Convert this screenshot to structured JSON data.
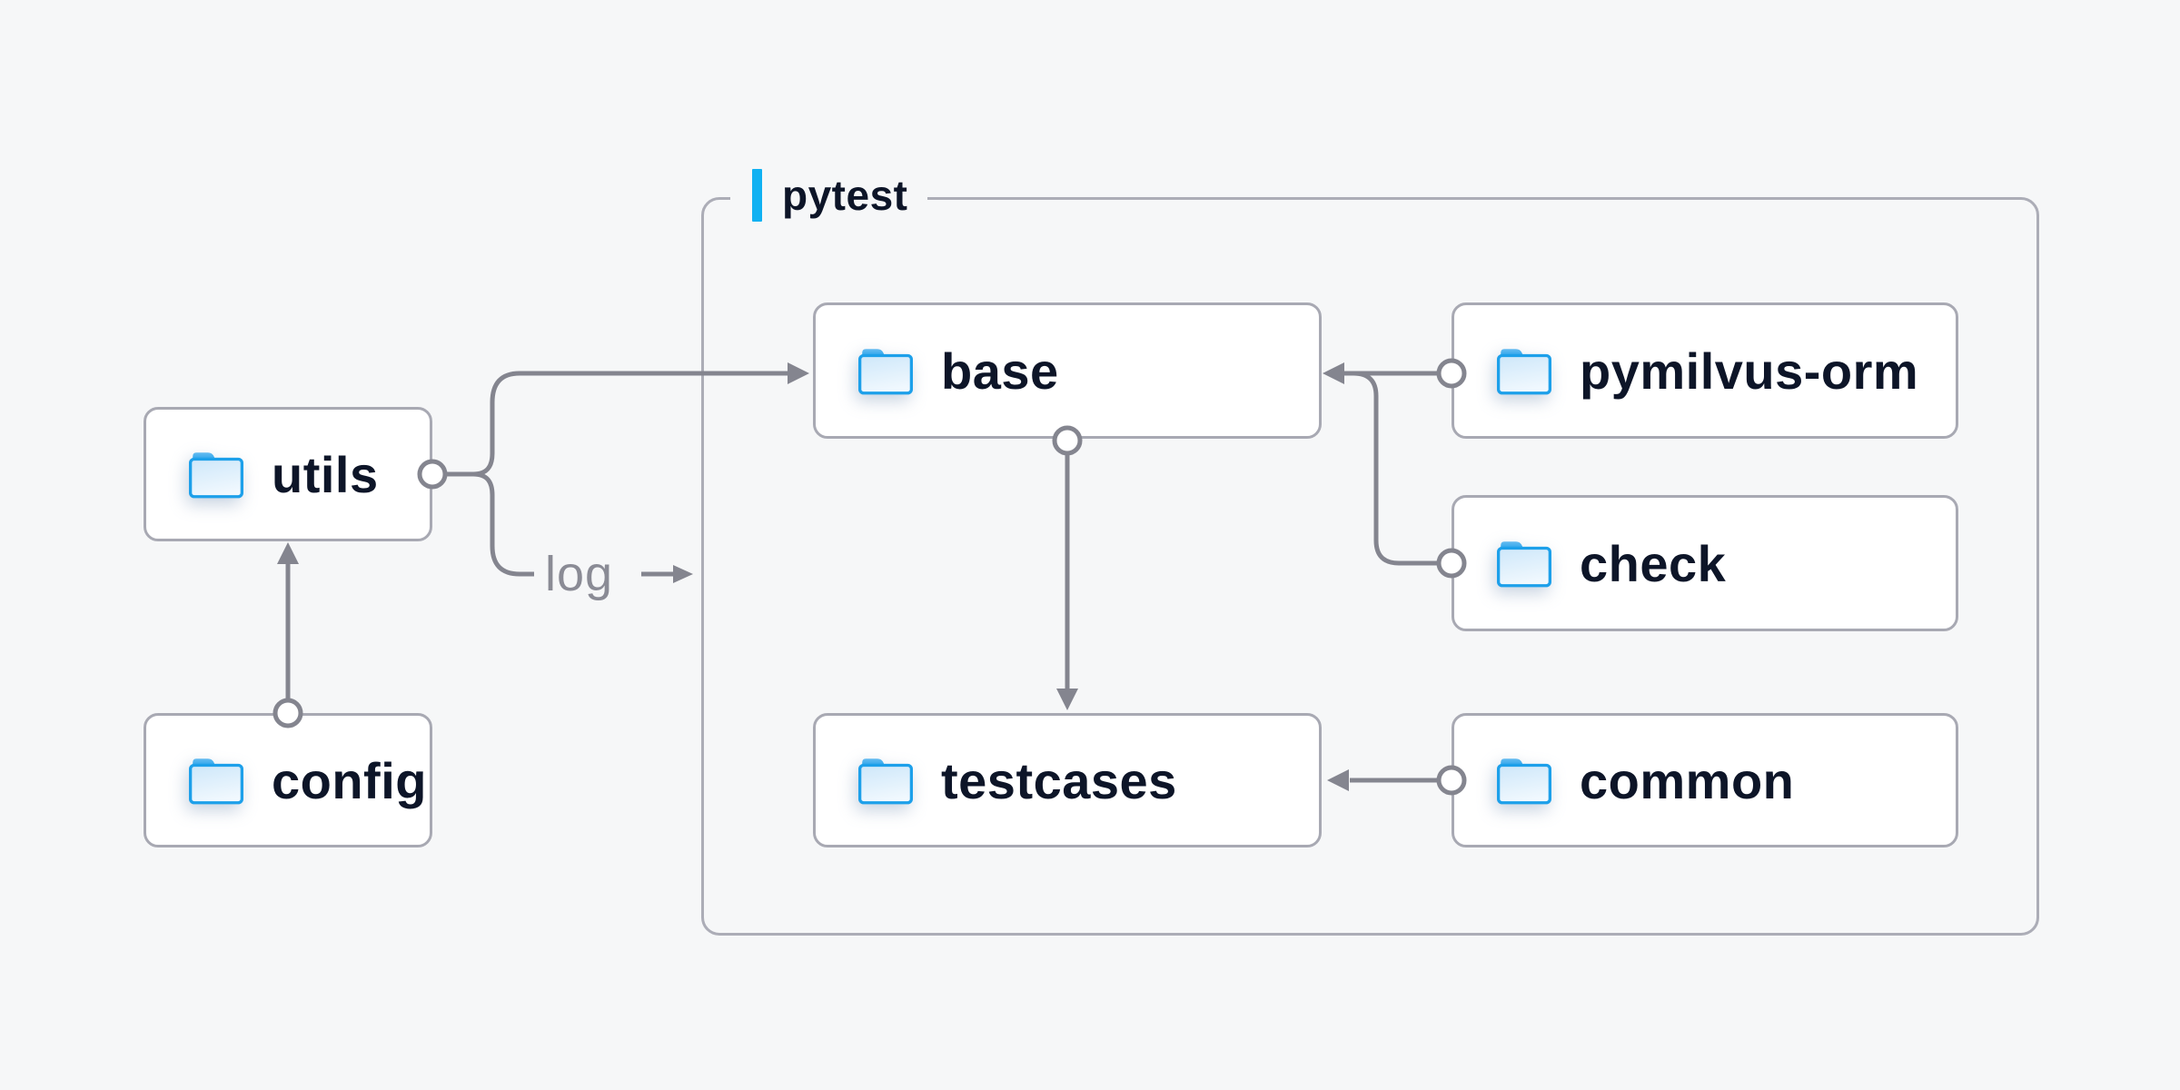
{
  "diagram": {
    "type": "dependency-diagram",
    "group": {
      "label": "pytest",
      "accent_color": "#10B1F2"
    },
    "nodes": [
      {
        "id": "utils",
        "label": "utils",
        "icon": "folder-icon"
      },
      {
        "id": "config",
        "label": "config",
        "icon": "folder-icon"
      },
      {
        "id": "base",
        "label": "base",
        "icon": "folder-icon",
        "group": "pytest"
      },
      {
        "id": "pymilvus-orm",
        "label": "pymilvus-orm",
        "icon": "folder-icon",
        "group": "pytest"
      },
      {
        "id": "check",
        "label": "check",
        "icon": "folder-icon",
        "group": "pytest"
      },
      {
        "id": "testcases",
        "label": "testcases",
        "icon": "folder-icon",
        "group": "pytest"
      },
      {
        "id": "common",
        "label": "common",
        "icon": "folder-icon",
        "group": "pytest"
      }
    ],
    "edges": [
      {
        "from": "config",
        "to": "utils",
        "style": "arrow"
      },
      {
        "from": "utils",
        "to": "base",
        "style": "arrow"
      },
      {
        "from": "utils",
        "to": "pytest",
        "style": "arrow",
        "label": "log"
      },
      {
        "from": "base",
        "to": "testcases",
        "style": "arrow"
      },
      {
        "from": "pymilvus-orm",
        "to": "base",
        "style": "arrow"
      },
      {
        "from": "check",
        "to": "base",
        "style": "arrow"
      },
      {
        "from": "common",
        "to": "testcases",
        "style": "arrow"
      }
    ],
    "colors": {
      "background": "#F6F7F8",
      "node_background": "#FFFFFF",
      "node_border": "#A8A9B3",
      "group_border": "#ACADB7",
      "connector_line": "#84858F",
      "node_text": "#0D1528",
      "edge_label_text": "#8A8B95",
      "accent": "#10B1F2",
      "folder_blue": "#1DA0EA"
    }
  }
}
